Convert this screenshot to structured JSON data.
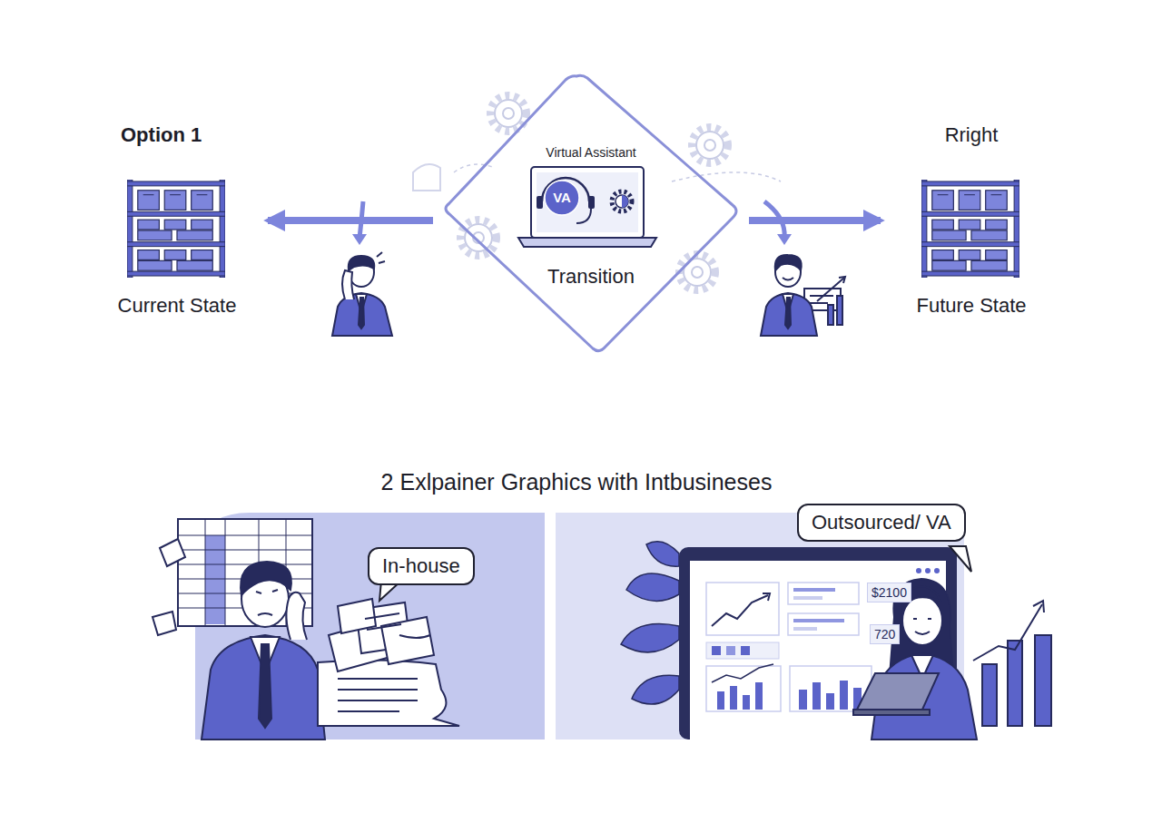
{
  "diagram": {
    "title": "2 Exlpainer Graphics with Intbusineses",
    "nodes": [
      {
        "text": [
          "Option 1",
          "Current State"
        ]
      },
      {
        "text": [
          "Virtual Assistant",
          "Transition"
        ]
      },
      {
        "text": [
          "VA"
        ],
        "in": 1
      },
      {
        "text": [
          "Rright",
          "Future State"
        ]
      },
      {
        "text": [
          "In-house"
        ]
      },
      {
        "text": [
          "Outsourced/ VA"
        ]
      }
    ],
    "edges": [
      {
        "from": 1,
        "to": 0,
        "arrow": "to"
      },
      {
        "from": 1,
        "to": 3,
        "arrow": "to"
      }
    ],
    "labels": [
      "$2100",
      "720"
    ]
  }
}
